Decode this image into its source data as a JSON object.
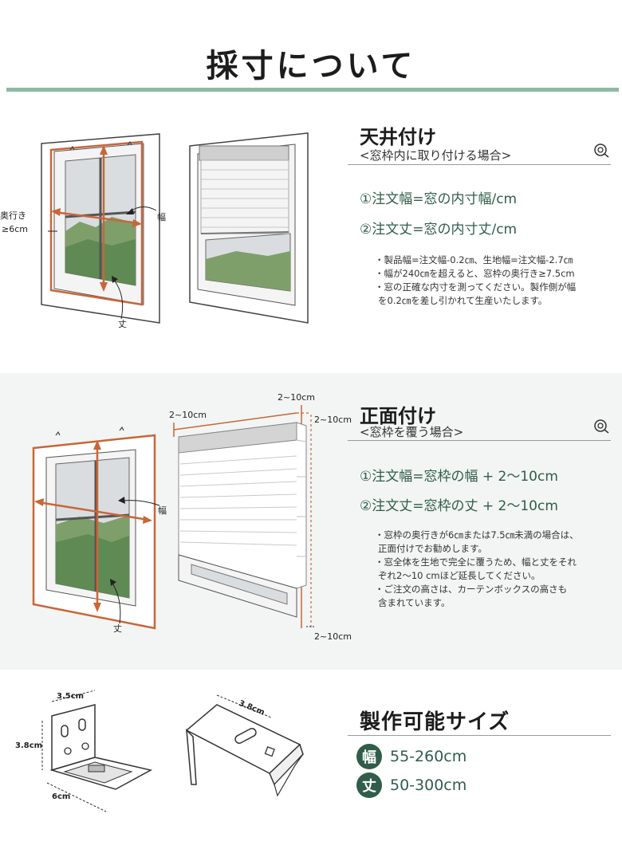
{
  "page": {
    "title": "採寸について"
  },
  "inside_mount": {
    "heading": "天井付け",
    "subheading": "<窓枠内に取り付ける場合>",
    "formula_width": "①注文幅=窓の内寸幅/cm",
    "formula_height": "②注文丈=窓の内寸丈/cm",
    "notes": [
      "・製品幅=注文幅-0.2㎝、生地幅=注文幅-2.7㎝",
      "・幅が240㎝を超えると、窓枠の奥行き≥7.5cm",
      "・窓の正確な内寸を測ってください。製作側が幅",
      "を0.2㎝を差し引かれて生産いたします。"
    ],
    "label_depth": [
      "奥行き",
      "≥6cm"
    ],
    "label_width": "幅",
    "label_height": "丈"
  },
  "outside_mount": {
    "heading": "正面付け",
    "subheading": "<窓枠を覆う場合>",
    "formula_width": "①注文幅=窓枠の幅 + 2〜10cm",
    "formula_height": "②注文丈=窓枠の丈 + 2〜10cm",
    "notes": [
      "・窓枠の奥行きが6㎝または7.5㎝未満の場合は、",
      "正面付けでお勧めします。",
      "・窓全体を生地で完全に覆うため、幅と丈をそれ",
      "ぞれ2〜10 cmほど延長してください。",
      "・ご注文の高さは、カーテンボックスの高さも",
      "含まれています。"
    ],
    "label_width": "幅",
    "label_height": "丈",
    "dim_left": "2~10cm",
    "dim_top": "2~10cm",
    "dim_right": "2~10cm",
    "dim_bottom": "2~10cm"
  },
  "bracket": {
    "dim_width": "3.5cm",
    "dim_height": "3.8cm",
    "dim_depth": "6cm",
    "dim_side": "3.8cm"
  },
  "sizes": {
    "heading": "製作可能サイズ",
    "width_badge": "幅",
    "width_value": "55-260cm",
    "height_badge": "丈",
    "height_value": "50-300cm"
  },
  "colors": {
    "accent": "#2f5d4a",
    "rule": "#8fb9a3",
    "measure": "#c8663a"
  },
  "icons": [
    "zoom-icon",
    "zoom-icon"
  ]
}
